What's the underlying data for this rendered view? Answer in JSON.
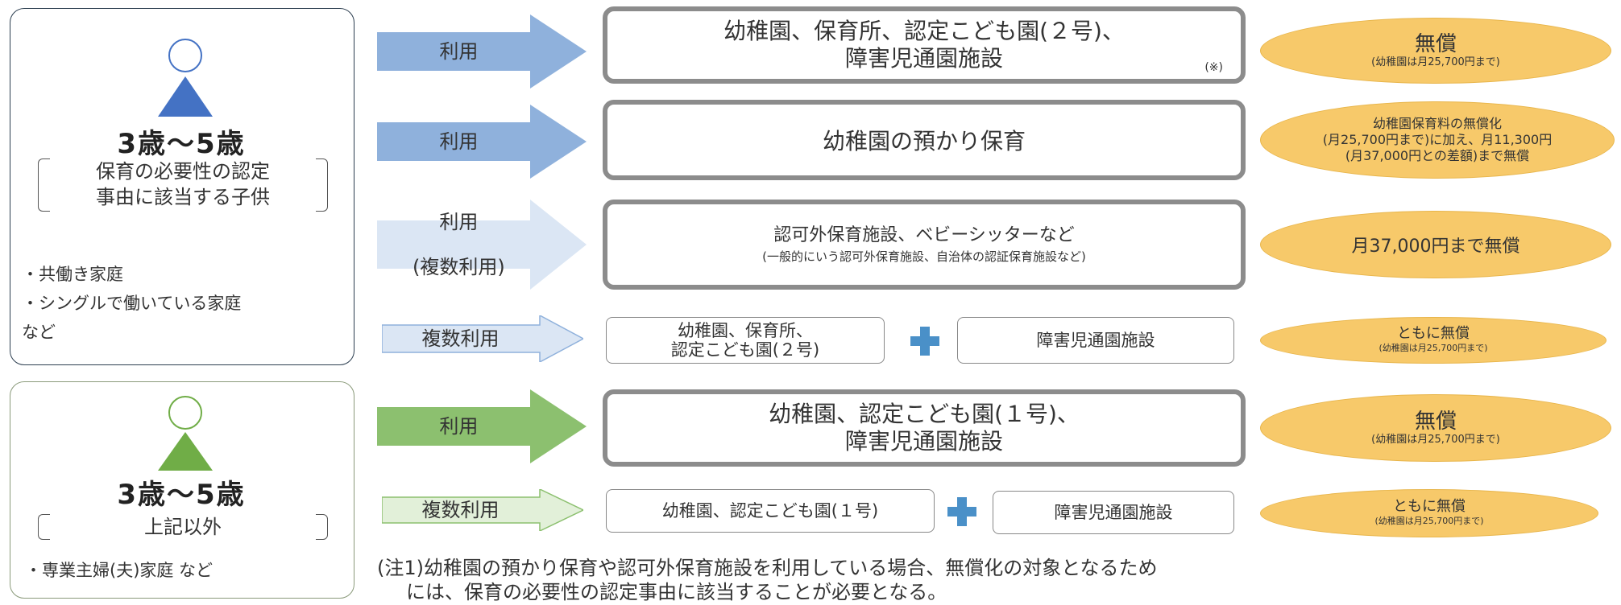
{
  "groups": [
    {
      "age": "3歳～5歳",
      "condition_line1": "保育の必要性の認定",
      "condition_line2": "事由に該当する子供",
      "examples": [
        "・共働き家庭",
        "・シングルで働いている家庭",
        "など"
      ],
      "color": "#4472c4"
    },
    {
      "age": "3歳～5歳",
      "condition_line1": "上記以外",
      "examples": [
        "・専業主婦(夫)家庭 など"
      ],
      "color": "#70ad47"
    }
  ],
  "rows": [
    {
      "arrow": "利用",
      "facility_line1": "幼稚園、保育所、認定こども園(２号)、",
      "facility_line2": "障害児通園施設",
      "facility_note": "(※)",
      "result": "無償",
      "result_sub": "(幼稚園は月25,700円まで)"
    },
    {
      "arrow": "利用",
      "facility": "幼稚園の預かり保育",
      "result_line1": "幼稚園保育料の無償化",
      "result_line2": "(月25,700円まで)に加え、月11,300円",
      "result_line3": "(月37,000円との差額)まで無償"
    },
    {
      "arrow_line1": "利用",
      "arrow_line2": "(複数利用)",
      "facility_line1": "認可外保育施設、ベビーシッターなど",
      "facility_line2": "(一般的にいう認可外保育施設、自治体の認証保育施設など)",
      "result": "月37,000円まで無償"
    },
    {
      "arrow": "複数利用",
      "facility_a_line1": "幼稚園、保育所、",
      "facility_a_line2": "認定こども園(２号)",
      "facility_b": "障害児通園施設",
      "result": "ともに無償",
      "result_sub": "(幼稚園は月25,700円まで)"
    },
    {
      "arrow": "利用",
      "facility_line1": "幼稚園、認定こども園(１号)、",
      "facility_line2": "障害児通園施設",
      "result": "無償",
      "result_sub": "(幼稚園は月25,700円まで)"
    },
    {
      "arrow": "複数利用",
      "facility_a": "幼稚園、認定こども園(１号)",
      "facility_b": "障害児通園施設",
      "result": "ともに無償",
      "result_sub": "(幼稚園は月25,700円まで)"
    }
  ],
  "note_line1": "(注1)幼稚園の預かり保育や認可外保育施設を利用している場合、無償化の対象となるため",
  "note_line2": "には、保育の必要性の認定事由に該当することが必要となる。",
  "colors": {
    "blue_arrow": "#8fb1dc",
    "light_blue_arrow": "#dbe6f4",
    "green_arrow": "#8cc06f",
    "light_green_arrow": "#e2f0d9",
    "ellipse": "#f7c96a"
  }
}
